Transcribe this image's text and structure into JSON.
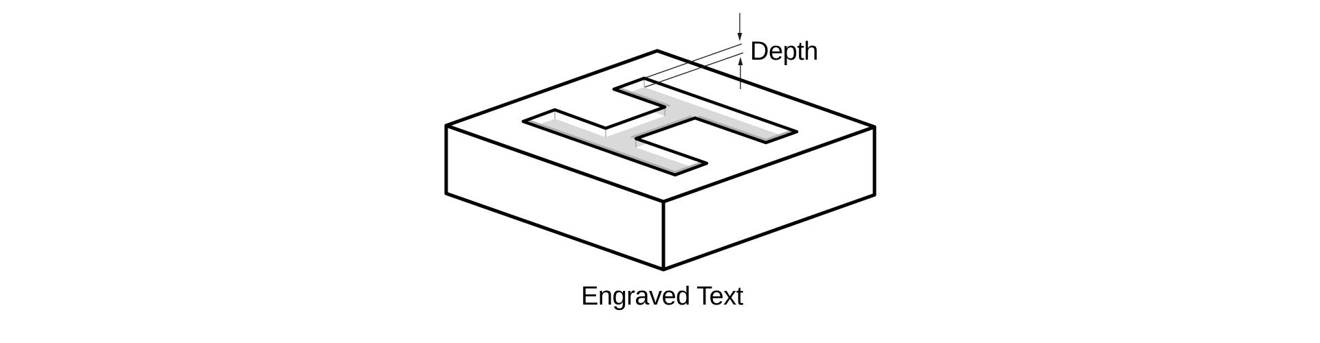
{
  "diagram": {
    "caption": "Engraved Text",
    "depth_label": "Depth",
    "engraved_letter": "H",
    "colors": {
      "background": "#ffffff",
      "outline": "#000000",
      "wall_white": "#ffffff",
      "floor_gray": "#d9d9d9",
      "shadow_gray": "#b0b0b0",
      "edge_tick_gray": "#9c9c9c",
      "annotation": "#1a1a1a"
    }
  }
}
